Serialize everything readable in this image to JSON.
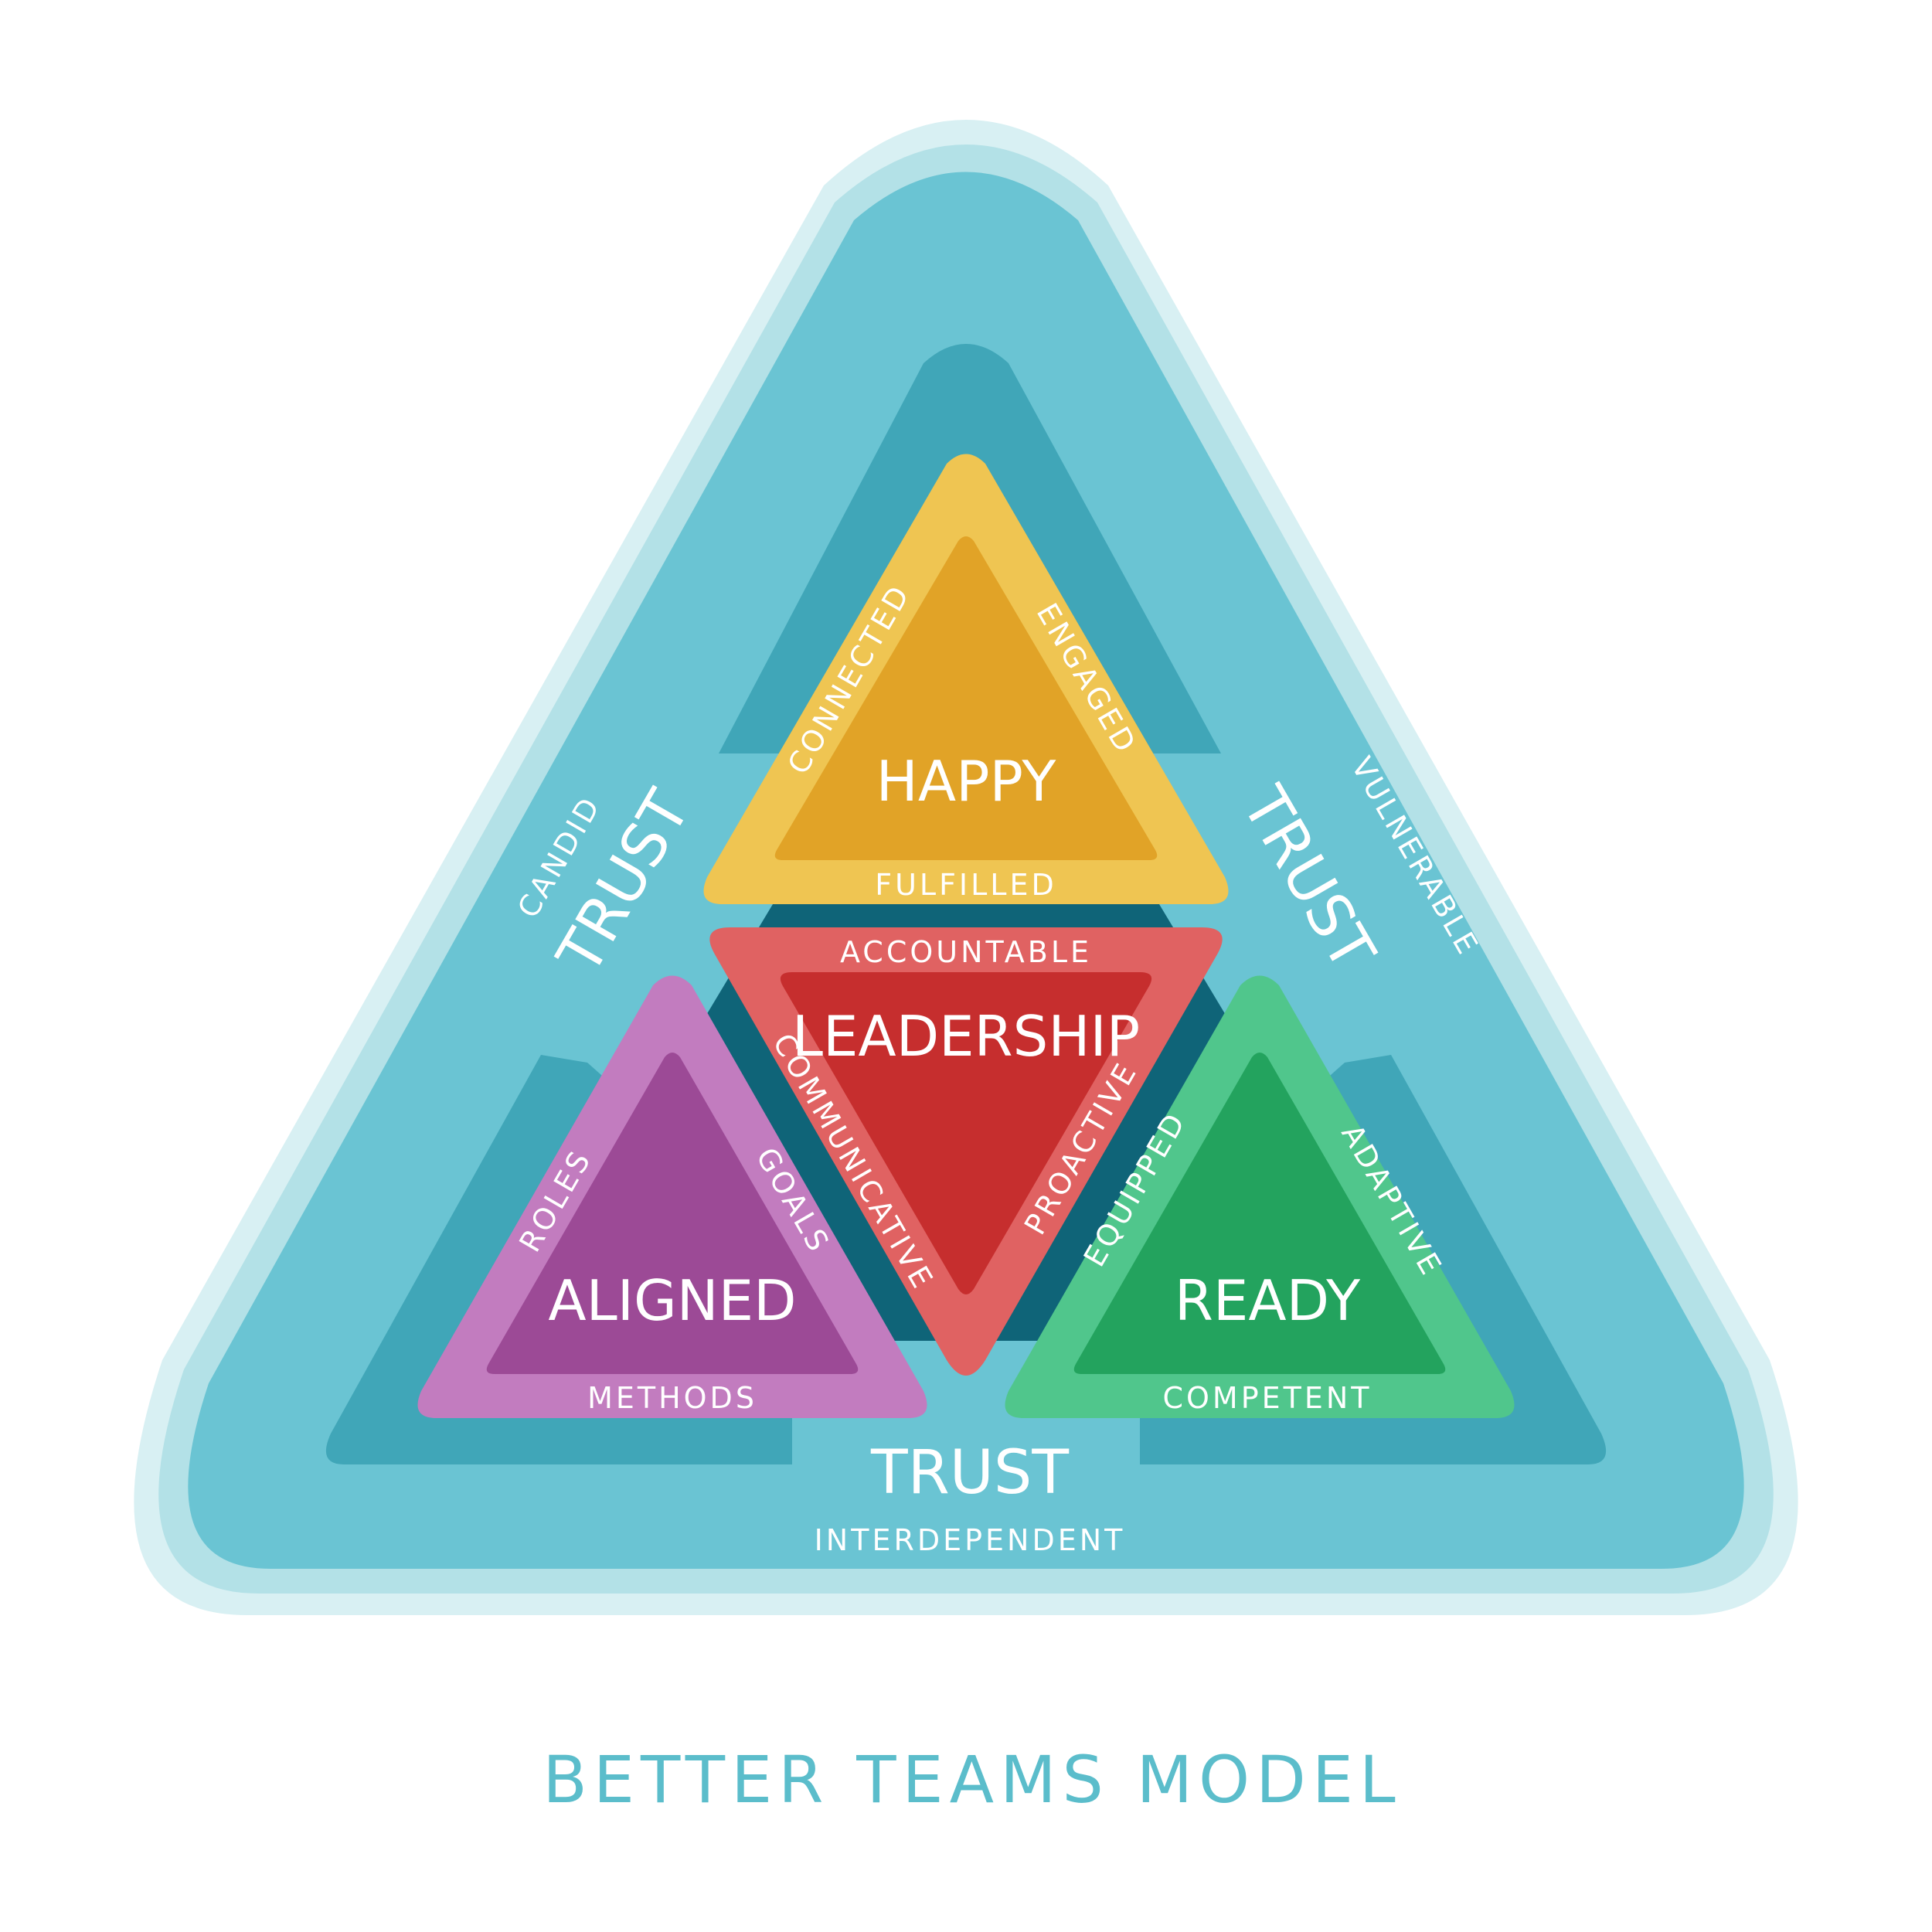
{
  "title": "BETTER TEAMS MODEL",
  "colors": {
    "halo_outer": "#D8F0F3",
    "halo_inner": "#B3E1E7",
    "outer": "#6AC4D3",
    "middle": "#40A6B8",
    "core": "#0F6478",
    "happy_outer": "#EFC552",
    "happy_inner": "#E1A327",
    "leadership_outer": "#E06262",
    "leadership_inner": "#C62E2E",
    "aligned_outer": "#C27CBF",
    "aligned_inner": "#9C4A96",
    "ready_outer": "#50C68C",
    "ready_inner": "#23A35E",
    "title_color": "#5BBDCB"
  },
  "trust": {
    "left": {
      "label": "TRUST",
      "sub": "CANDID"
    },
    "right": {
      "label": "TRUST",
      "sub": "VULNERABLE"
    },
    "bottom": {
      "label": "TRUST",
      "sub": "INTERDEPENDENT"
    }
  },
  "happy": {
    "label": "HAPPY",
    "left": "CONNECTED",
    "right": "ENGAGED",
    "bottom": "FULFILLED"
  },
  "leadership": {
    "label": "LEADERSHIP",
    "top": "ACCOUNTABLE",
    "left": "COMMUNICATIVE",
    "right": "PROACTIVE"
  },
  "aligned": {
    "label": "ALIGNED",
    "left": "ROLES",
    "right": "GOALS",
    "bottom": "METHODS"
  },
  "ready": {
    "label": "READY",
    "left": "EQUIPPED",
    "right": "ADAPTIVE",
    "bottom": "COMPETENT"
  }
}
